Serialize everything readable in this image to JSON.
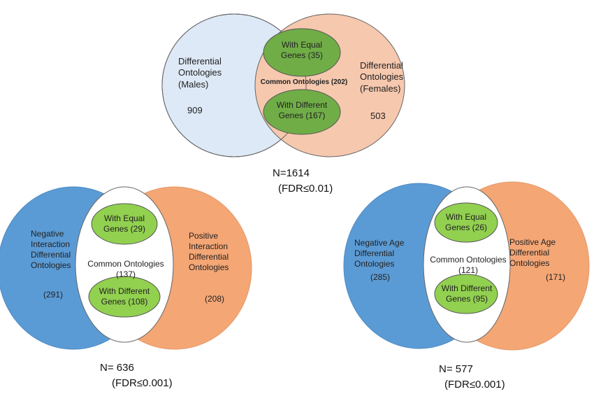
{
  "colors": {
    "males_fill": "#dde9f6",
    "females_fill": "#f6c8ae",
    "negative_fill": "#5b9bd5",
    "positive_fill": "#f4a675",
    "green_fill": "#70ad47",
    "light_green_fill": "#92d050",
    "outline": "#666666"
  },
  "top_diagram": {
    "left_label": "Differential\nOntologies\n(Males)",
    "left_count": "909",
    "right_label": "Differential\nOntologies\n(Females)",
    "right_count": "503",
    "equal_label": "With Equal\nGenes (35)",
    "common_label": "Common  Ontologies  (202)",
    "different_label": "With Different\nGenes (167)",
    "n_label": "N=1614",
    "fdr_label": "(FDR≤0.01)"
  },
  "left_diagram": {
    "left_label": "Negative\nInteraction\nDifferential\nOntologies",
    "left_count": "(291)",
    "right_label": "Positive\nInteraction\nDifferential\nOntologies",
    "right_count": "(208)",
    "equal_label": "With Equal\nGenes  (29)",
    "common_label": "Common Ontologies (137)",
    "different_label": "With Different\nGenes (108)",
    "n_label": "N= 636",
    "fdr_label": "(FDR≤0.001)"
  },
  "right_diagram": {
    "left_label": "Negative Age\nDifferential\nOntologies",
    "left_count": "(285)",
    "right_label": "Positive Age\nDifferential\nOntologies",
    "right_count": "(171)",
    "equal_label": "With Equal\nGenes (26)",
    "common_label": "Common Ontologies (121)",
    "different_label": "With Different\nGenes (95)",
    "n_label": "N= 577",
    "fdr_label": "(FDR≤0.001)"
  }
}
